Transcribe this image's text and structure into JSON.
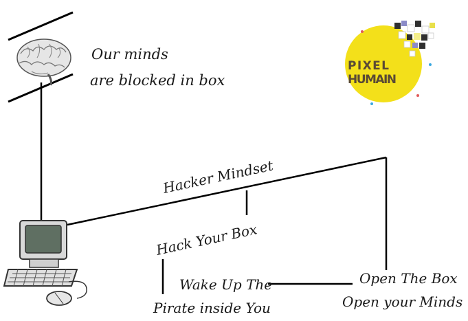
{
  "top_caption": {
    "line1": "Our minds",
    "line2": "are blocked in box"
  },
  "labels": {
    "hacker_mindset": "Hacker Mindset",
    "hack_your_box": "Hack Your Box",
    "wake_up_line1": "Wake Up The",
    "wake_up_line2": "Pirate inside You",
    "open_box_line1": "Open  The Box",
    "open_box_line2": "Open your Minds"
  },
  "logo": {
    "line1": "PIXEL",
    "line2": "HUMAIN",
    "circle_color": "#f3e01a",
    "text_color": "#5a4a35"
  },
  "icons": {
    "brain": "brain-icon",
    "computer": "computer-icon",
    "mouse": "mouse-icon"
  },
  "colors": {
    "line": "#000000",
    "screen": "#5f6f62"
  }
}
